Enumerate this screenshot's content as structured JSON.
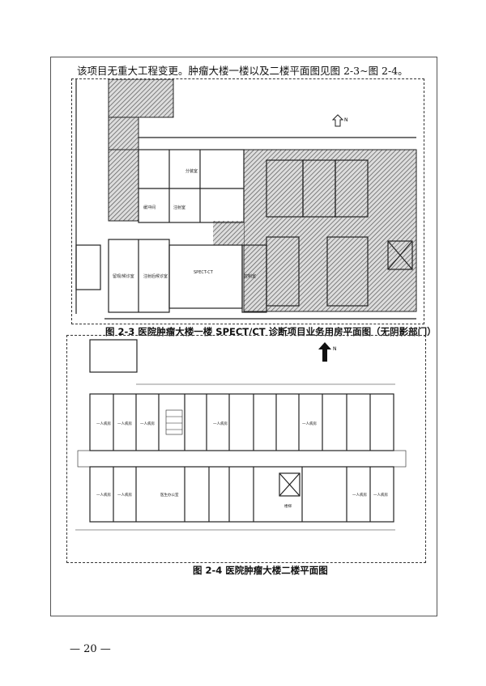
{
  "intro_text": "该项目无重大工程变更。肿瘤大楼一楼以及二楼平面图见图 2-3~图 2-4。",
  "figure_1": {
    "caption": "图 2-3 医院肿瘤大楼一楼 SPECT/CT 诊断项目业务用房平面图（无阴影部门）",
    "north_label": "N",
    "rooms": [
      "分装室",
      "缓冲间",
      "注射室",
      "留观/候诊室",
      "注射后候诊室",
      "SPECT-CT",
      "控制室"
    ]
  },
  "figure_2": {
    "caption": "图 2-4 医院肿瘤大楼二楼平面图",
    "north_label": "N",
    "rooms": [
      "一人病房",
      "医生办公室",
      "楼梯"
    ]
  },
  "page_number": "— 20 —",
  "colors": {
    "hatch": "#777777",
    "wall": "#222222"
  }
}
